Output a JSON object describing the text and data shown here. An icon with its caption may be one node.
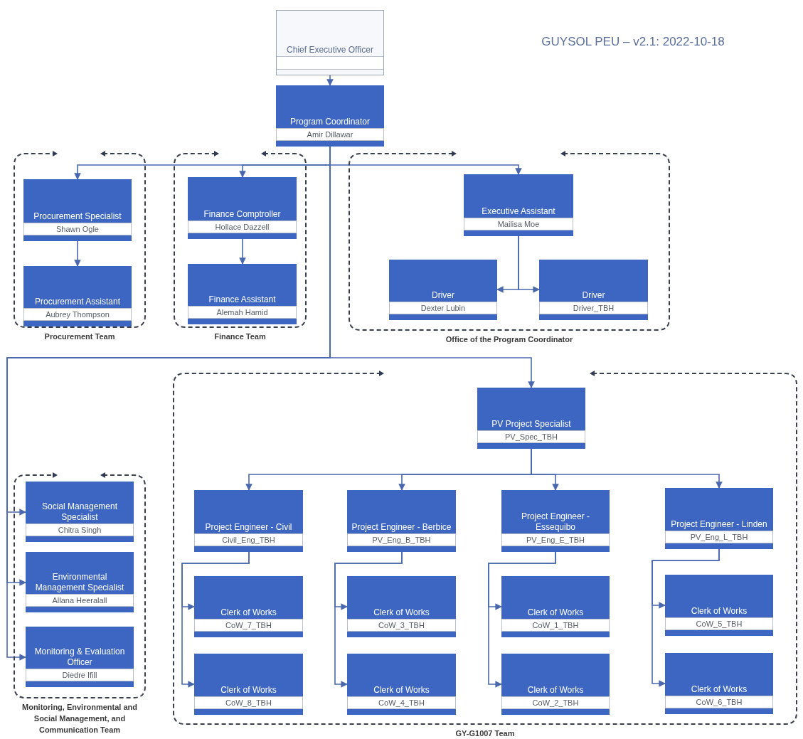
{
  "diagram": {
    "title": "GUYSOL PEU – v2.1: 2022-10-18",
    "nodes": [
      {
        "text": [
          "Chief Executive Officer"
        ]
      },
      {
        "text": [
          "Program Coordinator",
          "Amir Dillawar"
        ]
      },
      {
        "text": [
          "Procurement Team"
        ]
      },
      {
        "text": [
          "Procurement Specialist",
          "Shawn Ogle"
        ],
        "in": 2
      },
      {
        "text": [
          "Procurement Assistant",
          "Aubrey Thompson"
        ],
        "in": 2
      },
      {
        "text": [
          "Finance Team"
        ]
      },
      {
        "text": [
          "Finance Comptroller",
          "Hollace Dazzell"
        ],
        "in": 5
      },
      {
        "text": [
          "Finance Assistant",
          "Alemah Hamid"
        ],
        "in": 5
      },
      {
        "text": [
          "Office of the Program Coordinator"
        ]
      },
      {
        "text": [
          "Executive Assistant",
          "Mailisa Moe"
        ],
        "in": 8
      },
      {
        "text": [
          "Driver",
          "Dexter Lubin"
        ],
        "in": 8
      },
      {
        "text": [
          "Driver",
          "Driver_TBH"
        ],
        "in": 8
      },
      {
        "text": [
          "Monitoring, Environmental and Social Management, and Communication Team"
        ]
      },
      {
        "text": [
          "Social Management Specialist",
          "Chitra Singh"
        ],
        "in": 12
      },
      {
        "text": [
          "Environmental Management Specialist",
          "Allana Heeralall"
        ],
        "in": 12
      },
      {
        "text": [
          "Monitoring & Evaluation Officer",
          "Diedre Ifill"
        ],
        "in": 12
      },
      {
        "text": [
          "GY-G1007 Team"
        ]
      },
      {
        "text": [
          "PV Project Specialist",
          "PV_Spec_TBH"
        ],
        "in": 16
      },
      {
        "text": [
          "Project Engineer - Civil",
          "Civil_Eng_TBH"
        ],
        "in": 16
      },
      {
        "text": [
          "Project Engineer - Berbice",
          "PV_Eng_B_TBH"
        ],
        "in": 16
      },
      {
        "text": [
          "Project Engineer - Essequibo",
          "PV_Eng_E_TBH"
        ],
        "in": 16
      },
      {
        "text": [
          "Project Engineer - Linden",
          "PV_Eng_L_TBH"
        ],
        "in": 16
      },
      {
        "text": [
          "Clerk of Works",
          "CoW_7_TBH"
        ],
        "in": 16
      },
      {
        "text": [
          "Clerk of Works",
          "CoW_8_TBH"
        ],
        "in": 16
      },
      {
        "text": [
          "Clerk of Works",
          "CoW_3_TBH"
        ],
        "in": 16
      },
      {
        "text": [
          "Clerk of Works",
          "CoW_4_TBH"
        ],
        "in": 16
      },
      {
        "text": [
          "Clerk of Works",
          "CoW_1_TBH"
        ],
        "in": 16
      },
      {
        "text": [
          "Clerk of Works",
          "CoW_2_TBH"
        ],
        "in": 16
      },
      {
        "text": [
          "Clerk of Works",
          "CoW_5_TBH"
        ],
        "in": 16
      },
      {
        "text": [
          "Clerk of Works",
          "CoW_6_TBH"
        ],
        "in": 16
      }
    ],
    "edges": [
      {
        "from": 0,
        "to": 1,
        "arrow": "to"
      },
      {
        "from": 1,
        "to": 3,
        "arrow": "to"
      },
      {
        "from": 1,
        "to": 6,
        "arrow": "to"
      },
      {
        "from": 1,
        "to": 9,
        "arrow": "to"
      },
      {
        "from": 3,
        "to": 4,
        "arrow": "to"
      },
      {
        "from": 6,
        "to": 7,
        "arrow": "to"
      },
      {
        "from": 9,
        "to": 10,
        "arrow": "to"
      },
      {
        "from": 9,
        "to": 11,
        "arrow": "to"
      },
      {
        "from": 1,
        "to": 13,
        "arrow": "to"
      },
      {
        "from": 1,
        "to": 14,
        "arrow": "to"
      },
      {
        "from": 1,
        "to": 15,
        "arrow": "to"
      },
      {
        "from": 1,
        "to": 17,
        "arrow": "to"
      },
      {
        "from": 17,
        "to": 18,
        "arrow": "to"
      },
      {
        "from": 17,
        "to": 19,
        "arrow": "to"
      },
      {
        "from": 17,
        "to": 20,
        "arrow": "to"
      },
      {
        "from": 17,
        "to": 21,
        "arrow": "to"
      },
      {
        "from": 18,
        "to": 22,
        "arrow": "to"
      },
      {
        "from": 18,
        "to": 23,
        "arrow": "to"
      },
      {
        "from": 19,
        "to": 24,
        "arrow": "to"
      },
      {
        "from": 19,
        "to": 25,
        "arrow": "to"
      },
      {
        "from": 20,
        "to": 26,
        "arrow": "to"
      },
      {
        "from": 20,
        "to": 27,
        "arrow": "to"
      },
      {
        "from": 21,
        "to": 28,
        "arrow": "to"
      },
      {
        "from": 21,
        "to": 29,
        "arrow": "to"
      }
    ]
  }
}
